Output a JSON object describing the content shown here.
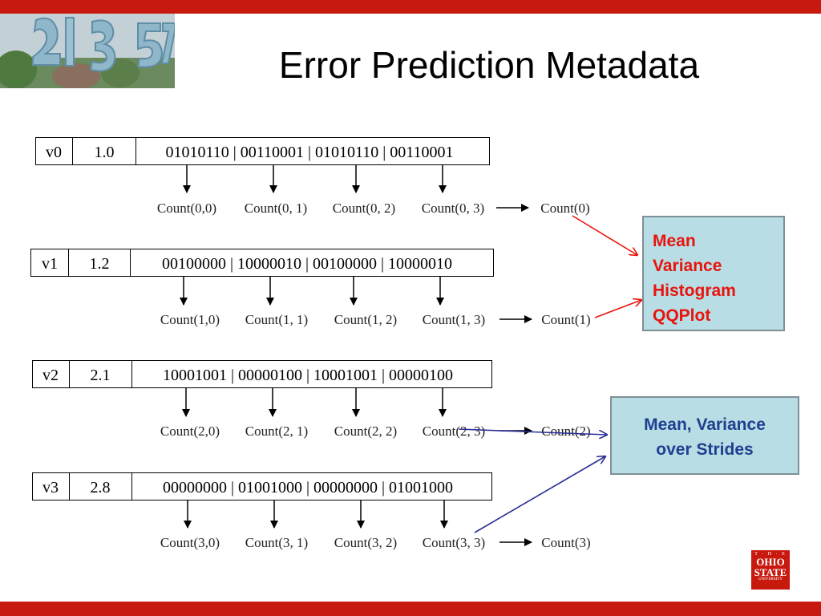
{
  "title": "Error Prediction Metadata",
  "rows": [
    {
      "name": "v0",
      "value": "1.0",
      "bits": "01010110 | 00110001 | 01010110 | 00110001",
      "counts": [
        "Count(0,0)",
        "Count(0, 1)",
        "Count(0, 2)",
        "Count(0, 3)"
      ],
      "total": "Count(0)"
    },
    {
      "name": "v1",
      "value": "1.2",
      "bits": "00100000 | 10000010 | 00100000 | 10000010",
      "counts": [
        "Count(1,0)",
        "Count(1, 1)",
        "Count(1, 2)",
        "Count(1, 3)"
      ],
      "total": "Count(1)"
    },
    {
      "name": "v2",
      "value": "2.1",
      "bits": "10001001 | 00000100 | 10001001 | 00000100",
      "counts": [
        "Count(2,0)",
        "Count(2, 1)",
        "Count(2, 2)",
        "Count(2, 3)"
      ],
      "total": "Count(2)"
    },
    {
      "name": "v3",
      "value": "2.8",
      "bits": "00000000 | 01001000 | 00000000 | 01001000",
      "counts": [
        "Count(3,0)",
        "Count(3, 1)",
        "Count(3, 2)",
        "Count(3, 3)"
      ],
      "total": "Count(3)"
    }
  ],
  "stats_box": {
    "lines": [
      "Mean",
      "Variance",
      "Histogram",
      "QQPlot"
    ]
  },
  "stride_box": {
    "lines": [
      "Mean, Variance",
      "over Strides"
    ]
  },
  "logo": {
    "top": "T · H · E",
    "line1": "OHIO",
    "line2": "STATE",
    "bottom": "UNIVERSITY"
  },
  "colors": {
    "accent": "#c8190f",
    "red_arrow": "#e8140c",
    "blue_arrow": "#2a2f9a",
    "box_fill": "#b8dde5"
  }
}
